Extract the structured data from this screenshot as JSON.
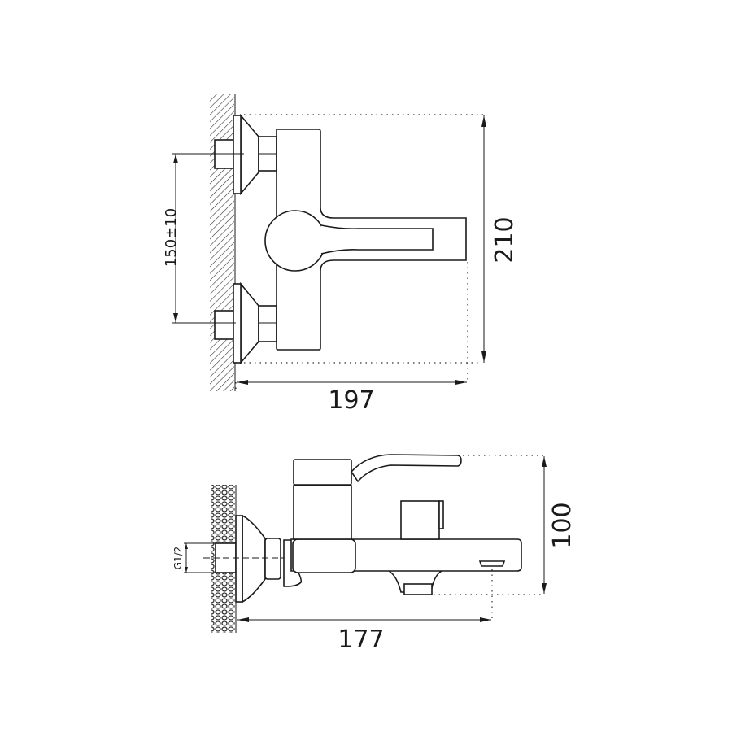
{
  "top_view": {
    "dim_height": "210",
    "dim_width": "197",
    "dim_spacing": "150±10"
  },
  "side_view": {
    "dim_height": "100",
    "dim_width": "177",
    "dim_thread": "G1/2"
  },
  "colors": {
    "line": "#1a1a1a",
    "background": "#ffffff"
  }
}
